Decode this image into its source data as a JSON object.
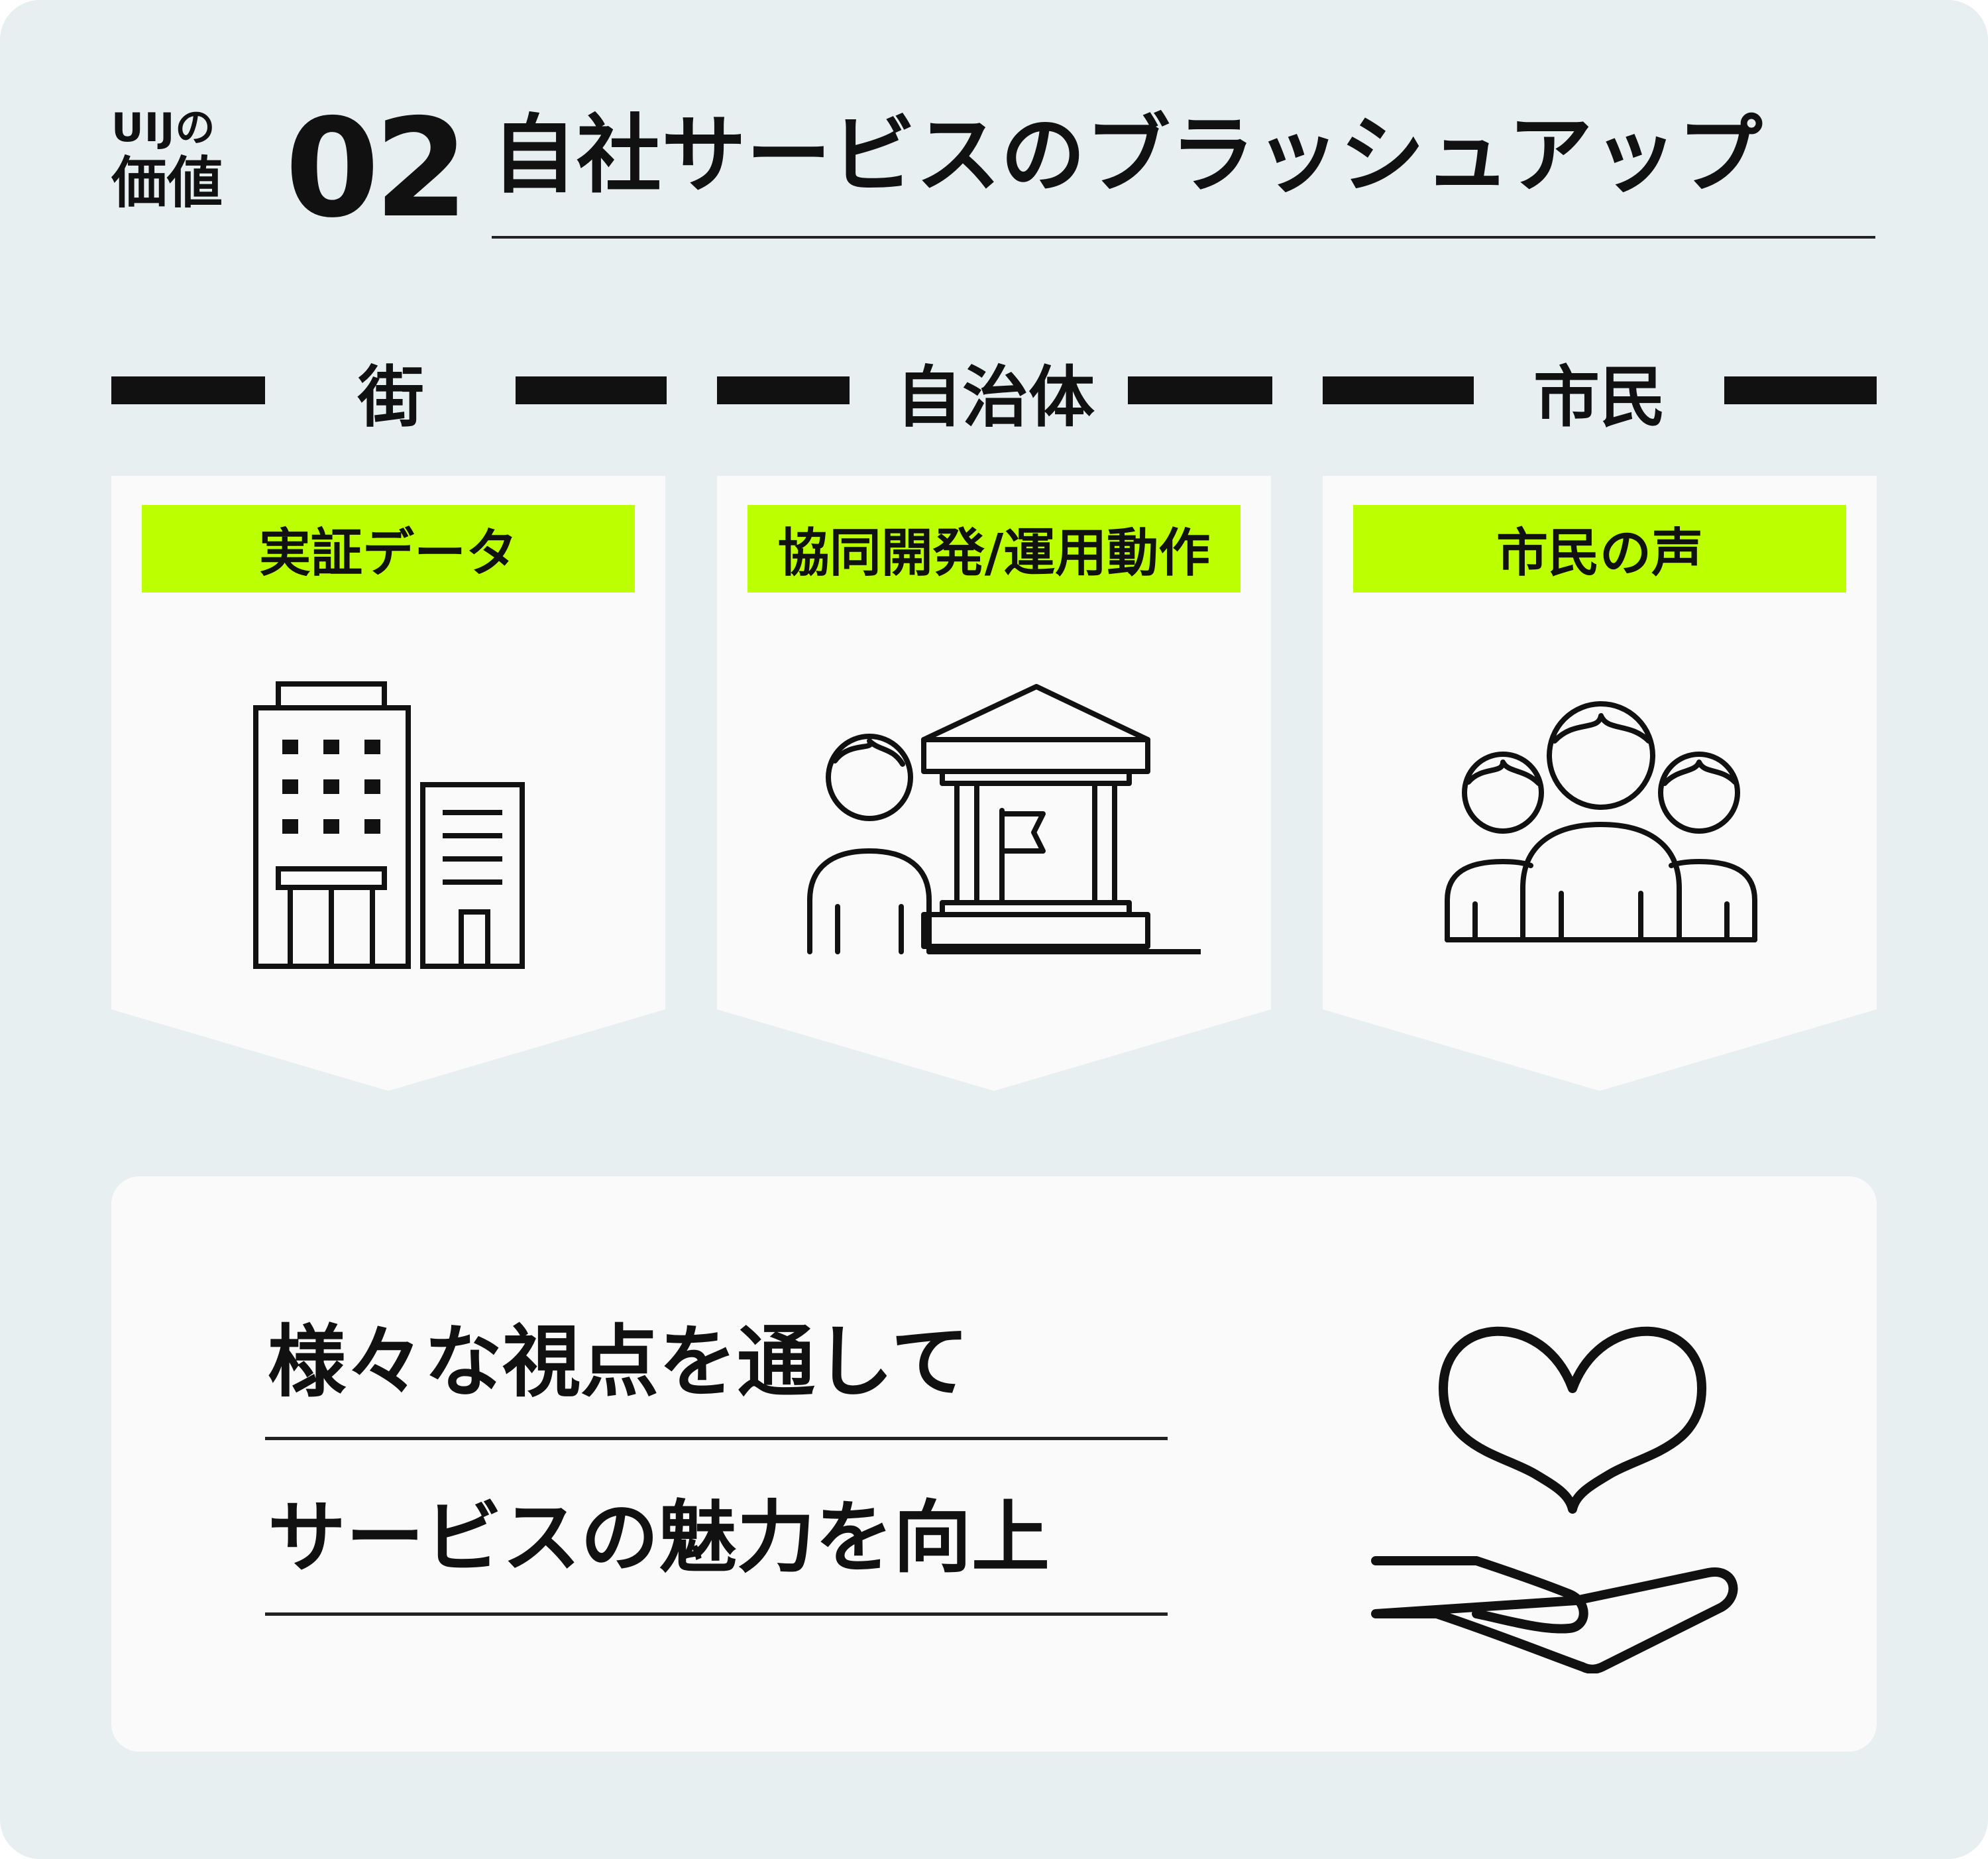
{
  "header": {
    "label_line1": "UIJの",
    "label_line2": "価値",
    "number": "02",
    "title": "自社サービスのブラッシュアップ"
  },
  "columns": [
    {
      "heading": "街",
      "tag": "実証データ",
      "icon": "office-buildings-icon"
    },
    {
      "heading": "自治体",
      "tag": "協同開発/運用動作",
      "icon": "person-and-city-hall-icon"
    },
    {
      "heading": "市民",
      "tag": "市民の声",
      "icon": "group-of-people-icon"
    }
  ],
  "result": {
    "line1": "様々な視点を通して",
    "line2": "サービスの魅力を向上",
    "icon": "heart-in-hand-icon"
  },
  "colors": {
    "background": "#e7eff0",
    "card": "#fafafa",
    "tag_accent": "#bbff00",
    "ink": "#111111"
  }
}
